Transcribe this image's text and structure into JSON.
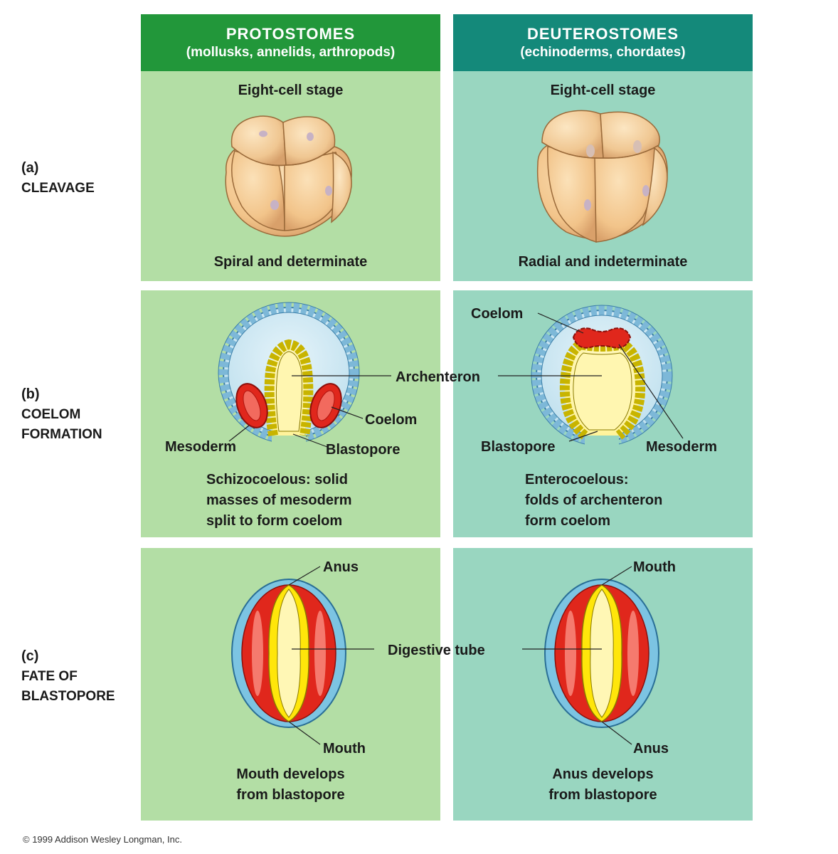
{
  "columns": {
    "protostomes": {
      "title": "Protostomes",
      "subtitle": "(mollusks, annelids, arthropods)",
      "header_color": "#22973a",
      "panel_color": "#b3dea5"
    },
    "deuterostomes": {
      "title": "Deuterostomes",
      "subtitle": "(echinoderms, chordates)",
      "header_color": "#14897a",
      "panel_color": "#99d6c0"
    }
  },
  "rows": {
    "cleavage": {
      "letter": "(a)",
      "name": "Cleavage"
    },
    "coelom": {
      "letter": "(b)",
      "name_line1": "Coelom",
      "name_line2": "formation"
    },
    "blastopore": {
      "letter": "(c)",
      "name_line1": "Fate of",
      "name_line2": "blastopore"
    }
  },
  "cleavage": {
    "proto_stage": "Eight-cell stage",
    "deut_stage": "Eight-cell stage",
    "proto_caption": "Spiral and determinate",
    "deut_caption": "Radial and indeterminate"
  },
  "coelom": {
    "archenteron": "Archenteron",
    "proto_coelom": "Coelom",
    "proto_mesoderm": "Mesoderm",
    "proto_blastopore": "Blastopore",
    "proto_caption_1": "Schizocoelous: solid",
    "proto_caption_2": "masses of mesoderm",
    "proto_caption_3": "split to form coelom",
    "deut_coelom": "Coelom",
    "deut_blastopore": "Blastopore",
    "deut_mesoderm": "Mesoderm",
    "deut_caption_1": "Enterocoelous:",
    "deut_caption_2": "folds of archenteron",
    "deut_caption_3": "form coelom"
  },
  "fate": {
    "digestive_tube": "Digestive tube",
    "proto_top": "Anus",
    "proto_bottom": "Mouth",
    "proto_caption_1": "Mouth develops",
    "proto_caption_2": "from blastopore",
    "deut_top": "Mouth",
    "deut_bottom": "Anus",
    "deut_caption_1": "Anus develops",
    "deut_caption_2": "from blastopore"
  },
  "copyright": "© 1999 Addison Wesley Longman, Inc."
}
